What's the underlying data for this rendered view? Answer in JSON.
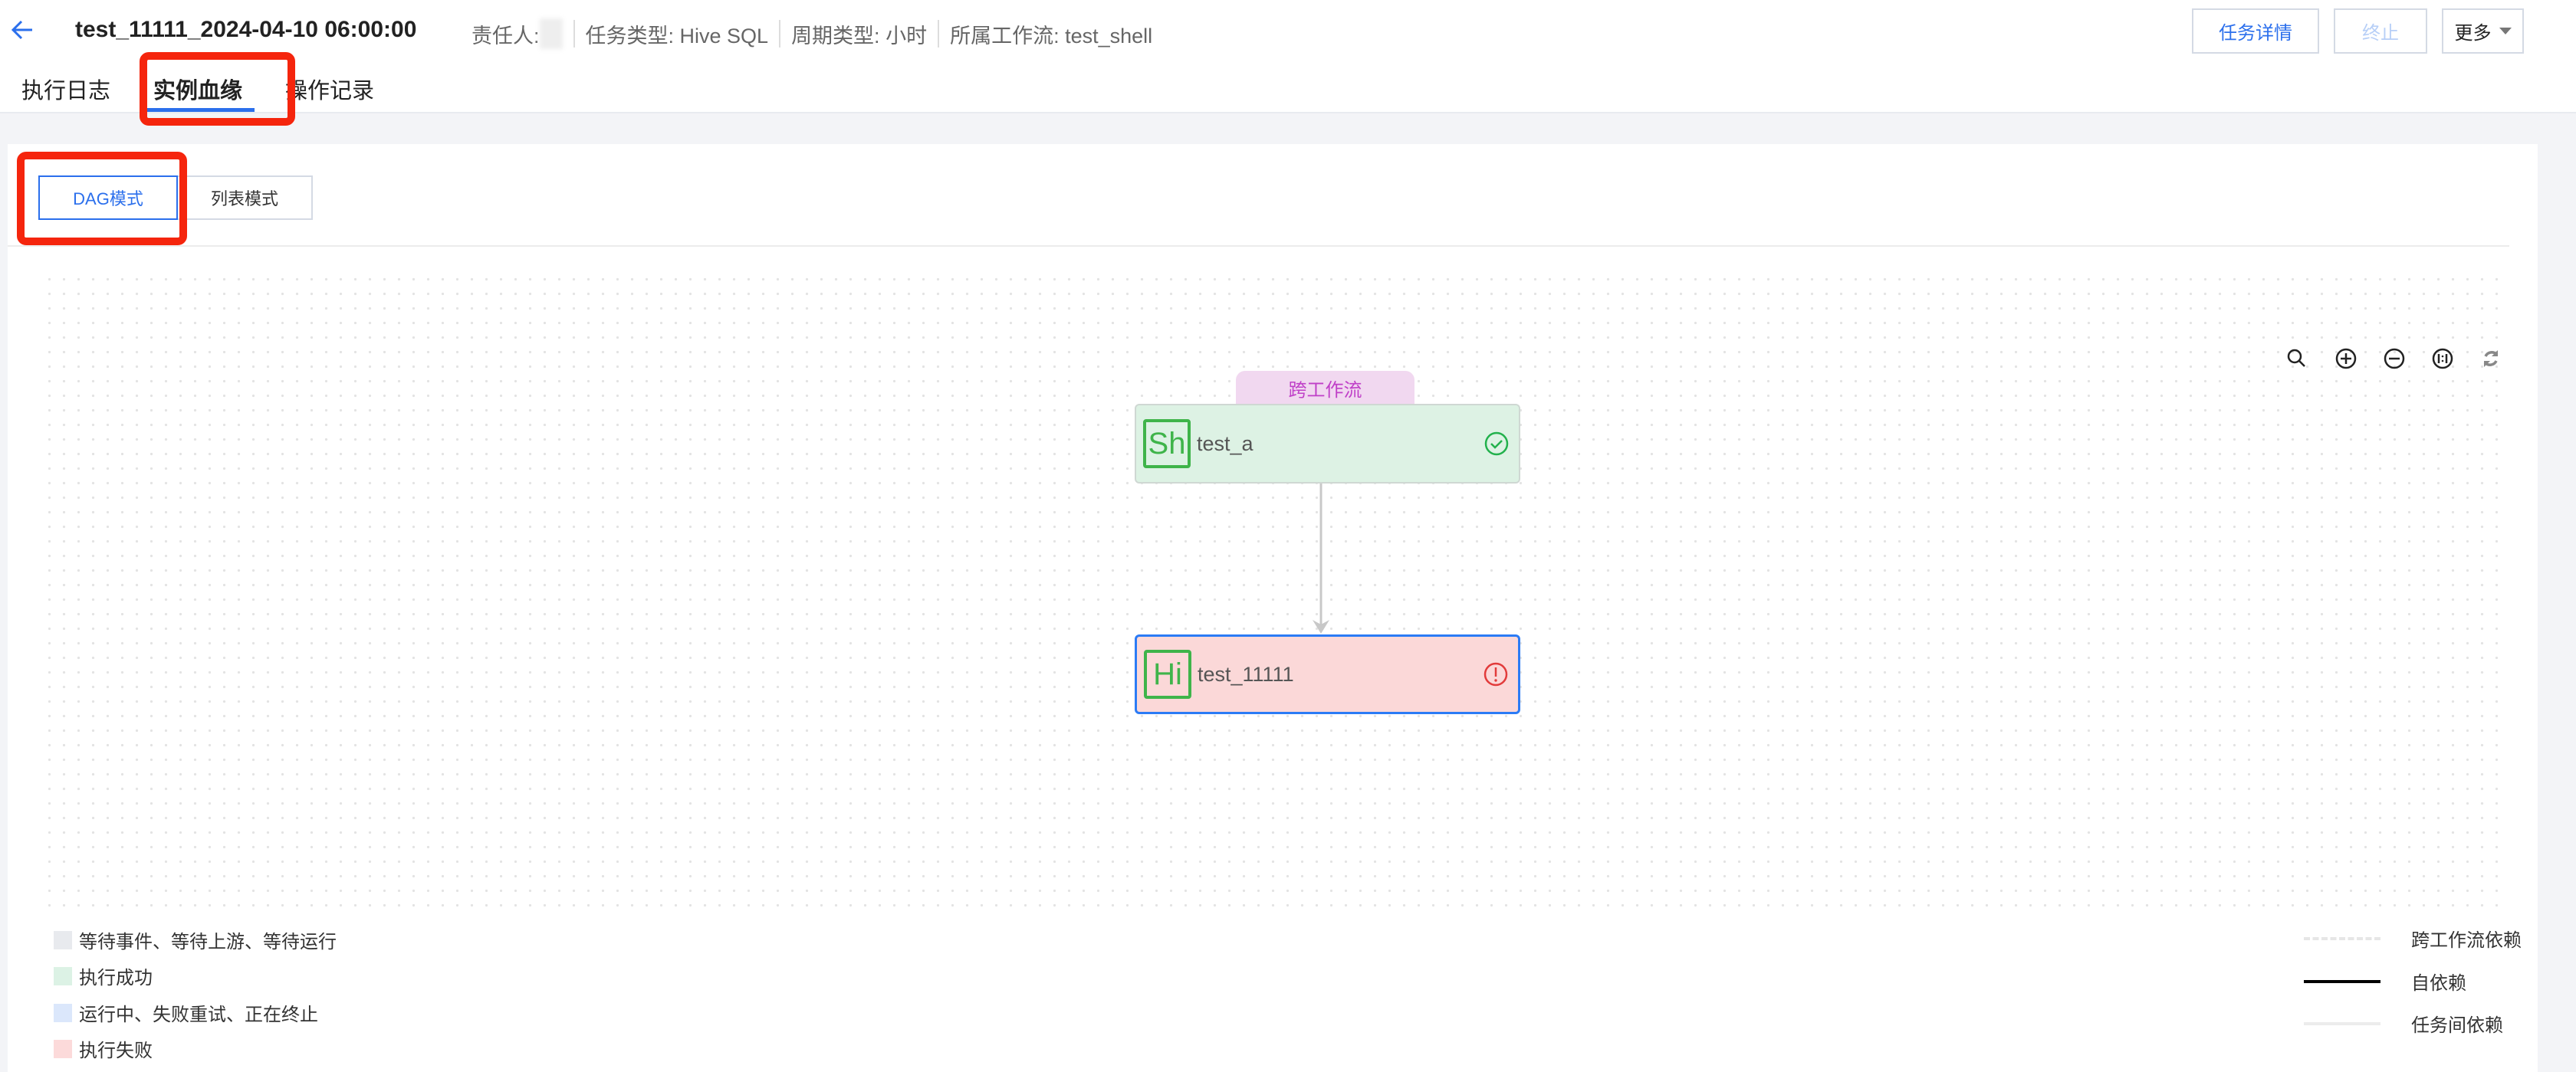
{
  "header": {
    "title": "test_11111_2024-04-10 06:00:00",
    "owner_label": "责任人:",
    "task_type": "任务类型: Hive SQL",
    "cycle_type": "周期类型: 小时",
    "workflow": "所属工作流: test_shell",
    "buttons": {
      "detail": "任务详情",
      "stop": "终止",
      "more": "更多"
    }
  },
  "tabs": [
    {
      "label": "执行日志"
    },
    {
      "label": "实例血缘",
      "active": true
    },
    {
      "label": "操作记录"
    }
  ],
  "modes": {
    "dag": "DAG模式",
    "list": "列表模式"
  },
  "toolbar": [
    "search-icon",
    "zoom-in-icon",
    "zoom-out-icon",
    "actual-size-icon",
    "refresh-icon"
  ],
  "nodes": [
    {
      "tag": "跨工作流",
      "type": "Sh",
      "name": "test_a",
      "status": "success"
    },
    {
      "type": "Hi",
      "name": "test_11111",
      "status": "failed"
    }
  ],
  "legend_status": [
    {
      "label": "等待事件、等待上游、等待运行",
      "color": "#e8eaee"
    },
    {
      "label": "执行成功",
      "color": "#dcf2e5"
    },
    {
      "label": "运行中、失败重试、正在终止",
      "color": "#dbe7fb"
    },
    {
      "label": "执行失败",
      "color": "#fcdada"
    }
  ],
  "legend_lines": [
    {
      "label": "跨工作流依赖"
    },
    {
      "label": "自依赖"
    },
    {
      "label": "任务间依赖"
    }
  ],
  "colors": {
    "accent": "#2b6fec",
    "success": "#22b14c",
    "error": "#e23b3b",
    "tag_bg": "#f1d8f0",
    "tag_text": "#c040c8"
  }
}
